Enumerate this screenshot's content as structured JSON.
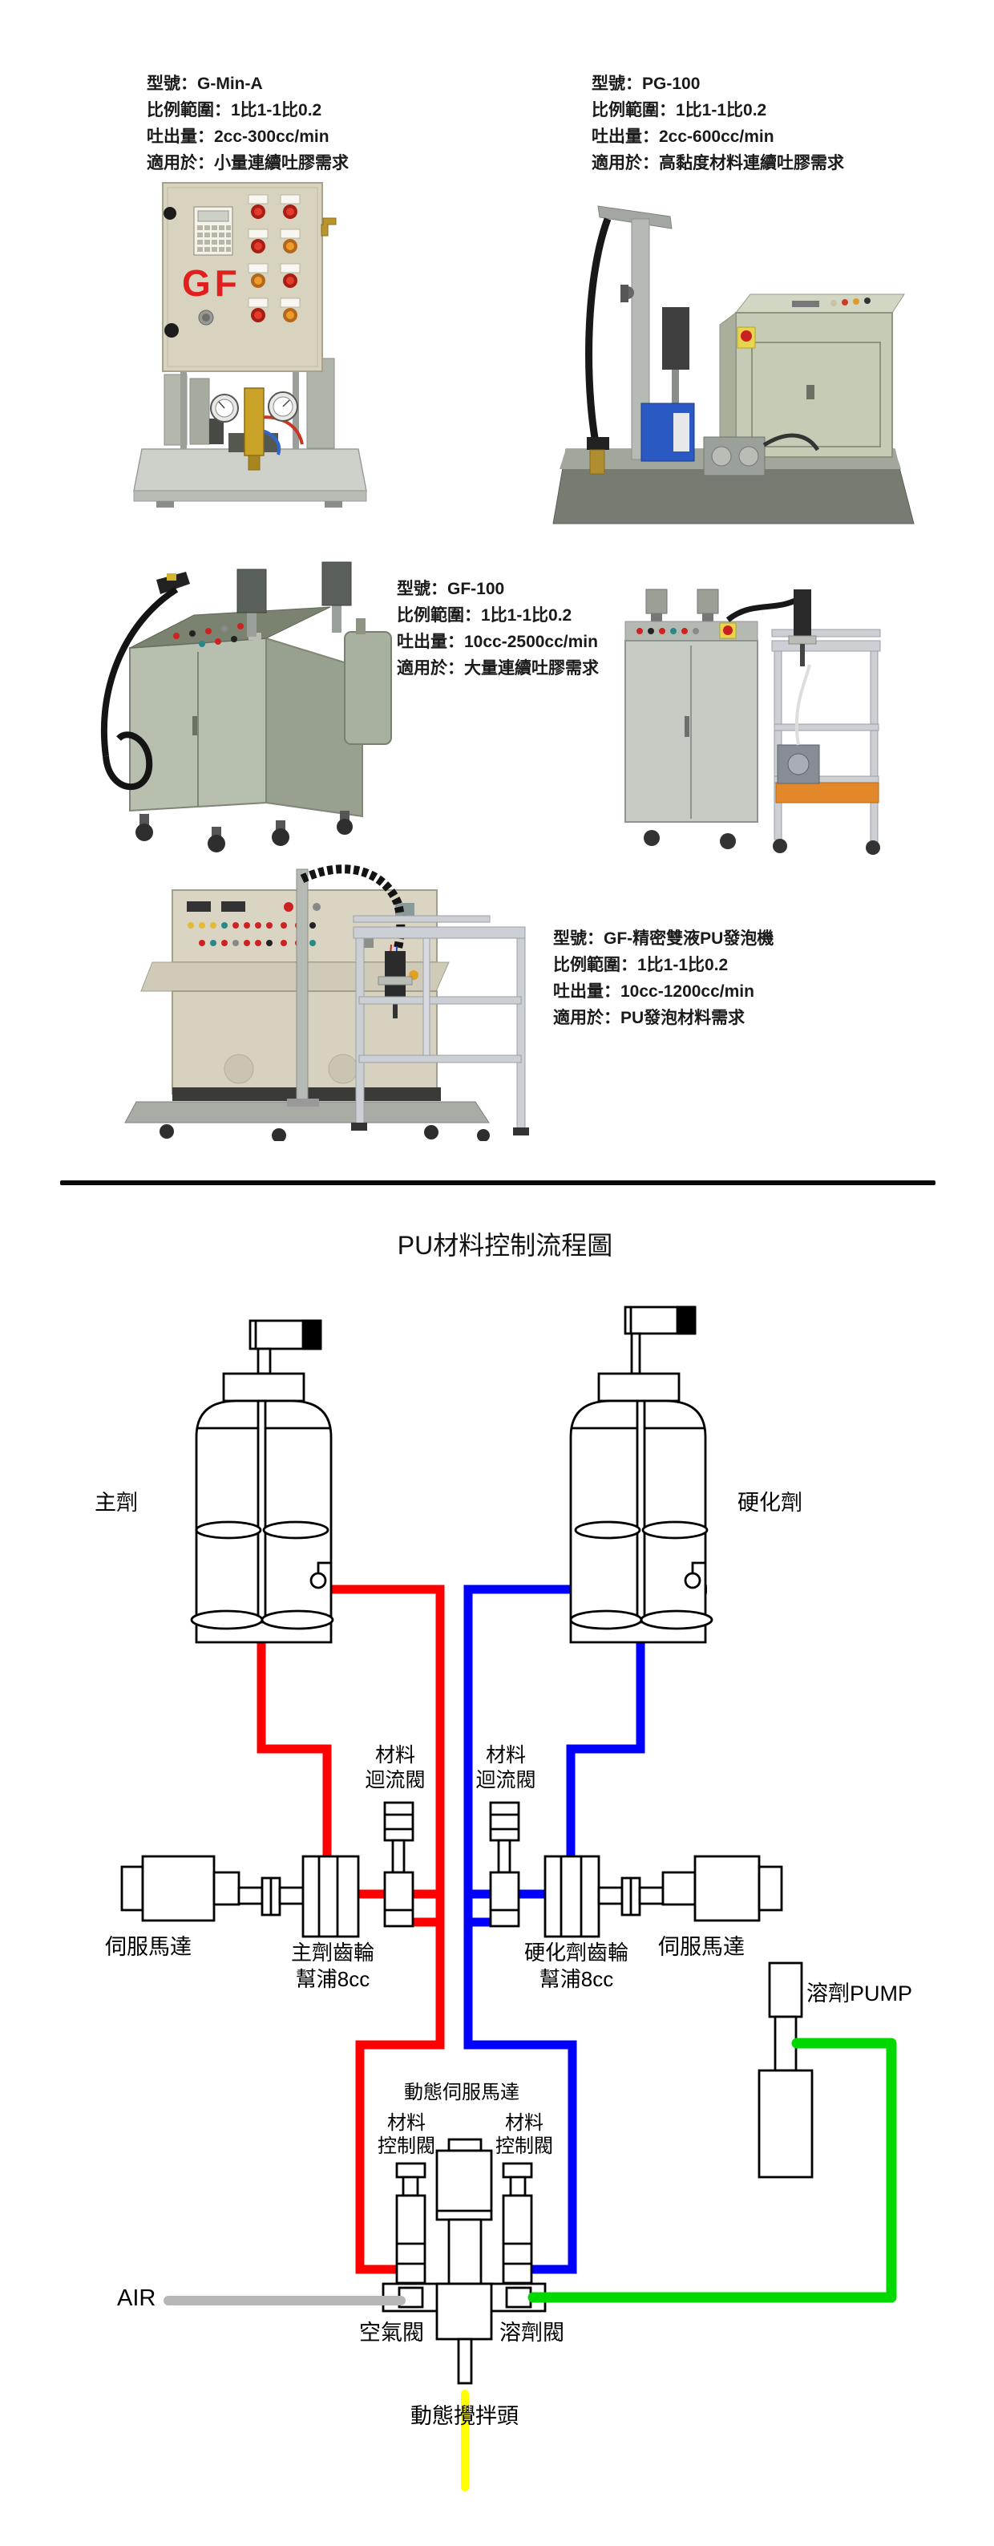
{
  "brand_logo": "GF",
  "products": [
    {
      "lines": [
        "型號：G-Min-A",
        "比例範圍：1比1-1比0.2",
        "吐出量：2cc-300cc/min",
        "適用於：小量連續吐膠需求"
      ]
    },
    {
      "lines": [
        "型號：PG-100",
        "比例範圍：1比1-1比0.2",
        "吐出量：2cc-600cc/min",
        "適用於：高黏度材料連續吐膠需求"
      ]
    },
    {
      "lines": [
        "型號：GF-100",
        "比例範圍：1比1-1比0.2",
        "吐出量：10cc-2500cc/min",
        "適用於：大量連續吐膠需求"
      ]
    },
    {
      "lines": [
        "型號：GF-精密雙液PU發泡機",
        "比例範圍：1比1-1比0.2",
        "吐出量：10cc-1200cc/min",
        "適用於：PU發泡材料需求"
      ]
    }
  ],
  "diagram": {
    "title": "PU材料控制流程圖",
    "labels": {
      "main_agent": "主劑",
      "hardener": "硬化劑",
      "material_return_valve_line1": "材料",
      "material_return_valve_line2": "迴流閥",
      "servo_motor": "伺服馬達",
      "main_gear_pump_line1": "主劑齒輪",
      "main_gear_pump_line2": "幫浦8cc",
      "hardener_gear_pump_line1": "硬化劑齒輪",
      "hardener_gear_pump_line2": "幫浦8cc",
      "solvent_pump": "溶劑PUMP",
      "dynamic_servo_motor": "動態伺服馬達",
      "material_control_valve_line1": "材料",
      "material_control_valve_line2": "控制閥",
      "air": "AIR",
      "air_valve": "空氣閥",
      "solvent_valve": "溶劑閥",
      "dynamic_mixing_head": "動態攪拌頭"
    },
    "colors": {
      "main_agent_line": "#fe0000",
      "hardener_line": "#0000fe",
      "solvent_line": "#00d800",
      "air_line": "#b7b7b7",
      "output_line": "#ffff00"
    }
  }
}
